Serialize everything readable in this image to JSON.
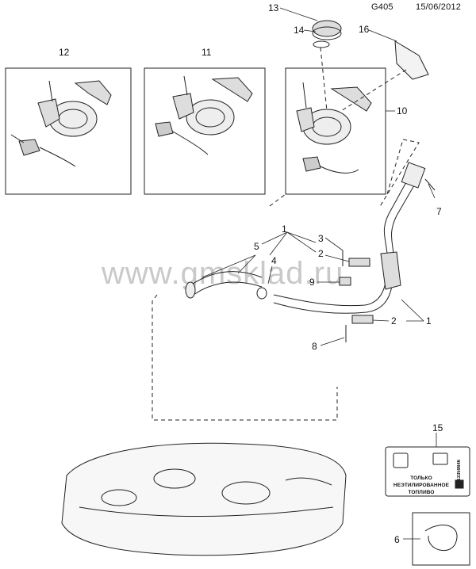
{
  "header": {
    "diagram_code": "G405",
    "date": "15/06/2012"
  },
  "watermark": "www.gmsklad.ru",
  "callouts": {
    "c1": "1",
    "c1b": "1",
    "c2": "2",
    "c2b": "2",
    "c3": "3",
    "c4": "4",
    "c5": "5",
    "c6": "6",
    "c7": "7",
    "c8": "8",
    "c9": "9",
    "c10": "10",
    "c11": "11",
    "c12": "12",
    "c13": "13",
    "c14": "14",
    "c15": "15",
    "c16": "16"
  },
  "fuel_label": {
    "line1": "ТОЛЬКО",
    "line2": "НЕЭТИЛИРОВАННОЕ",
    "line3": "ТОПЛИВО",
    "code": "13359846"
  }
}
